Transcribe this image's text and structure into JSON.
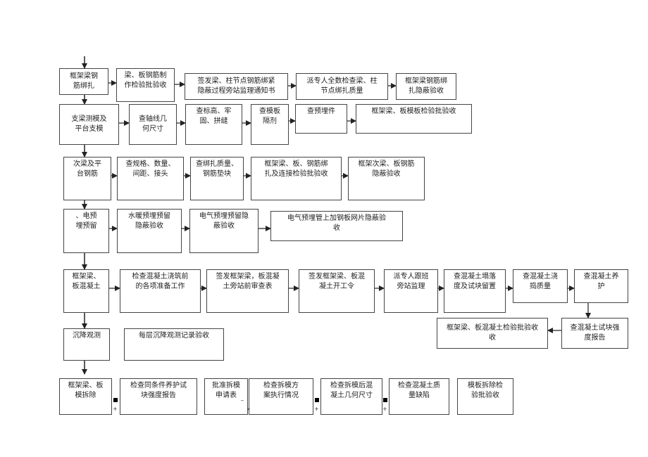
{
  "colors": {
    "line": "#222222",
    "border": "#444444",
    "text": "#222222"
  },
  "rows": {
    "r1": {
      "b1": "框架梁钢\n筋绑扎",
      "b2": "梁、板钢筋制\n作检验批验收",
      "b3": "签发梁、柱节点钢筋绑紧\n隐蔽过程旁站监理通知书",
      "b4": "派专人全数检查梁、柱\n节点绑扎质量",
      "b5": "框架梁钢筋绑\n扎隐蔽验收"
    },
    "r2": {
      "b1": "支梁测模及\n平台支模",
      "b2": "查轴线几\n何尺寸",
      "b3": "查标高、牢\n固、拼缝",
      "b4": "查模板\n隔剂",
      "b5": "查预埋件",
      "b6": "框架梁、板模板检验批验收"
    },
    "r3": {
      "b1": "次梁及平\n台钢筋",
      "b2": "查规格、数量、\n间距、接头",
      "b3": "查绑扎质量、\n钢筋垫块",
      "b4": "框架梁、板、钢筋绑\n扎及连接检验批验收",
      "b5": "框架次梁、板钢筋\n隐蔽验收"
    },
    "r4": {
      "b1": "、电预\n埋预留",
      "b2": "水暖预埋预留\n隐蔽验收",
      "b3": "电气预埋预留隐\n蔽验收",
      "b4": "电气预埋管上加钢板网片隐蔽验\n收"
    },
    "r5": {
      "b1": "框架梁、\n板混凝土",
      "b2": "检查混凝土浇筑前\n的各项准备工作",
      "b3": "签发框架梁，板混凝\n土旁站前审查表",
      "b4": "签发框架梁、板混\n凝土开工令",
      "b5": "派专人跟班\n旁站监理",
      "b6": "查混凝土塌落\n度及试块留置",
      "b7": "查混凝土浇\n捣质量",
      "b8": "查混凝土养\n护",
      "b9": "查混凝土试块强\n度报告",
      "b10": "框架梁、板混凝土检验批验收\n收"
    },
    "r6": {
      "b1": "沉降观测",
      "b2": "每层沉降观测记录验收"
    },
    "r7": {
      "b1": "框架梁、板\n模拆除",
      "b2": "检查同条件养护试\n块强度报告",
      "b3": "批准拆模\n申请表",
      "b4": "检查拆模方\n案执行情况",
      "b5": "检查拆模后混\n凝土几何尺寸",
      "b6": "检查混凝土质\n量缺陷",
      "b7": "模板拆除检\n验批验收"
    }
  },
  "marks": {
    "m1": "+",
    "m2": "_",
    "m3": "*",
    "m4": "+",
    "m5": "+"
  }
}
